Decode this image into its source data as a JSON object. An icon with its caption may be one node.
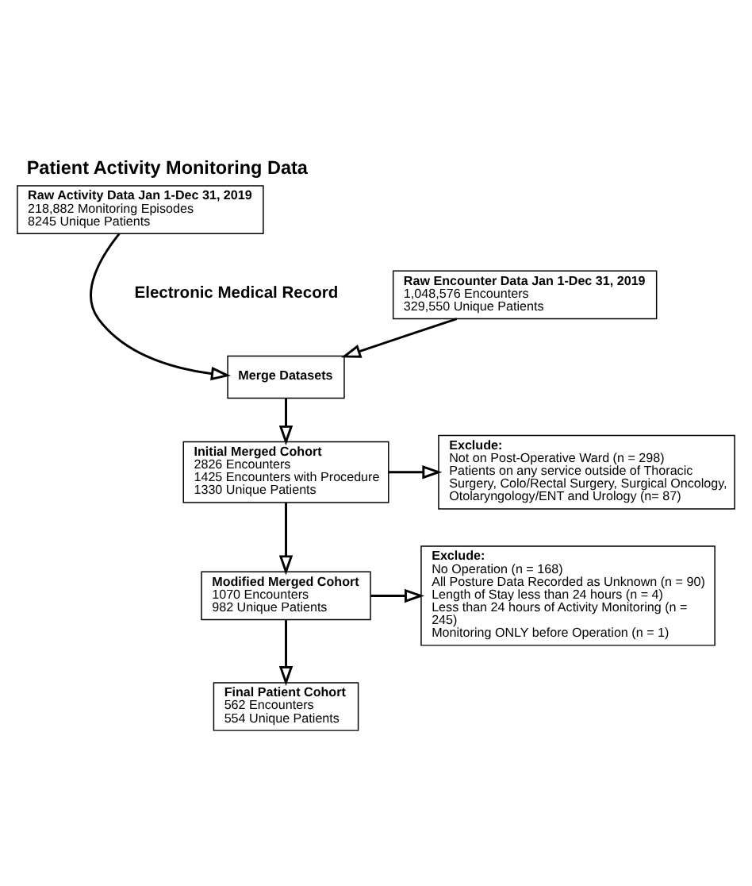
{
  "diagram": {
    "title": "Patient Activity Monitoring Data",
    "nodes": [
      {
        "text": [
          "Raw Activity Data Jan 1-Dec 31, 2019",
          "218,882 Monitoring Episodes",
          "8245 Unique Patients"
        ]
      },
      {
        "text": [
          "Raw Encounter Data Jan 1-Dec 31, 2019",
          "1,048,576 Encounters",
          "329,550 Unique Patients"
        ]
      },
      {
        "text": [
          "Merge Datasets"
        ]
      },
      {
        "text": [
          "Initial Merged Cohort",
          "2826 Encounters",
          "1425 Encounters with Procedure",
          "1330 Unique Patients"
        ]
      },
      {
        "text": [
          "Exclude:",
          "Not on Post-Operative Ward (n = 298)",
          "Patients on any service outside of Thoracic Surgery, Colo/Rectal Surgery, Surgical Oncology, Otolaryngology/ENT and Urology (n= 87)"
        ]
      },
      {
        "text": [
          "Modified Merged Cohort",
          "1070 Encounters",
          "982 Unique Patients"
        ]
      },
      {
        "text": [
          "Exclude:",
          "No Operation (n = 168)",
          "All Posture Data Recorded as Unknown (n = 90)",
          "Length of Stay less than 24 hours (n = 4)",
          "Less than 24 hours of Activity Monitoring (n = 245)",
          "Monitoring ONLY before Operation (n = 1)"
        ]
      },
      {
        "text": [
          "Final Patient Cohort",
          "562 Encounters",
          "554 Unique Patients"
        ]
      }
    ],
    "edges": [
      {
        "from": 0,
        "to": 2,
        "arrow": "to"
      },
      {
        "from": 1,
        "to": 2,
        "arrow": "to"
      },
      {
        "from": 2,
        "to": 3,
        "arrow": "to"
      },
      {
        "from": 3,
        "to": 4,
        "arrow": "to"
      },
      {
        "from": 3,
        "to": 5,
        "arrow": "to"
      },
      {
        "from": 5,
        "to": 6,
        "arrow": "to"
      },
      {
        "from": 5,
        "to": 7,
        "arrow": "to"
      }
    ],
    "labels": [
      "Electronic Medical Record"
    ]
  }
}
